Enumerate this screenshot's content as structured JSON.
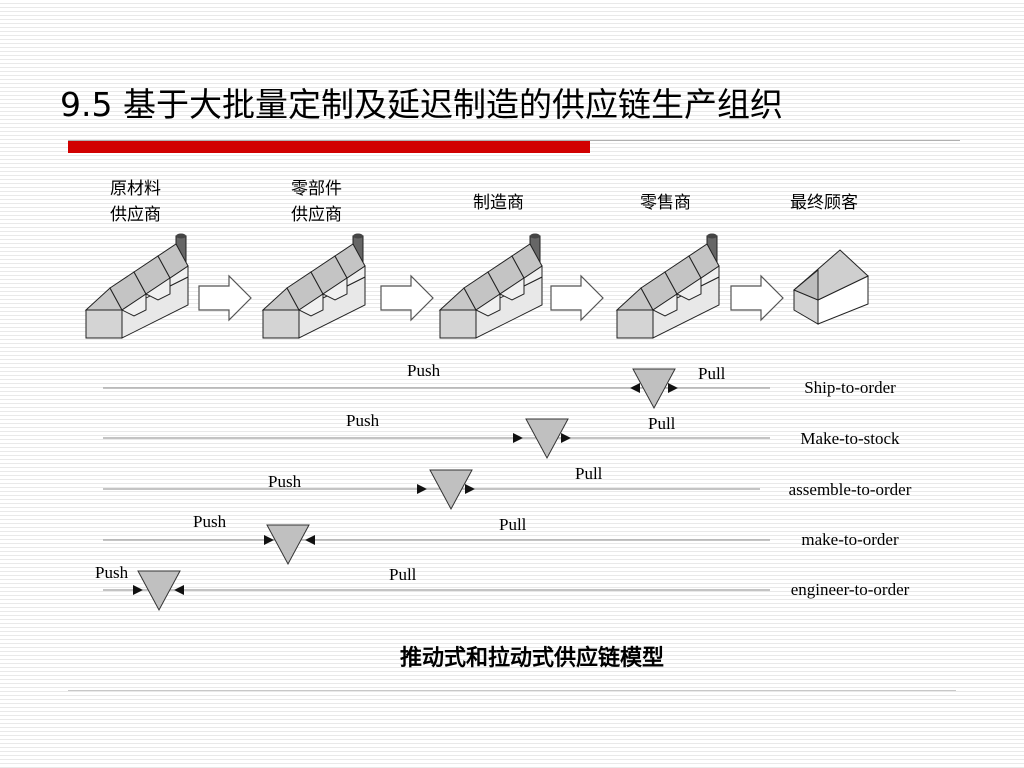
{
  "slide": {
    "title": "9.5  基于大批量定制及延迟制造的供应链生产组织",
    "caption": "推动式和拉动式供应链模型"
  },
  "stages": [
    {
      "label_lines": [
        "原材料",
        "供应商"
      ],
      "icon": "factory-icon"
    },
    {
      "label_lines": [
        "零部件",
        "供应商"
      ],
      "icon": "factory-icon"
    },
    {
      "label_lines": [
        "制造商"
      ],
      "icon": "factory-icon"
    },
    {
      "label_lines": [
        "零售商"
      ],
      "icon": "factory-icon"
    },
    {
      "label_lines": [
        "最终顾客"
      ],
      "icon": "house-icon"
    }
  ],
  "strategies": [
    {
      "name": "Ship-to-order",
      "push_label": "Push",
      "pull_label": "Pull"
    },
    {
      "name": "Make-to-stock",
      "push_label": "Push",
      "pull_label": "Pull"
    },
    {
      "name": "assemble-to-order",
      "push_label": "Push",
      "pull_label": "Pull"
    },
    {
      "name": "make-to-order",
      "push_label": "Push",
      "pull_label": "Pull"
    },
    {
      "name": "engineer-to-order",
      "push_label": "Push",
      "pull_label": "Pull"
    }
  ],
  "colors": {
    "accent_red": "#d10000",
    "triangle_fill": "#c0c0c0",
    "factory_light": "#e8e8e8",
    "factory_dark": "#c8c8c8",
    "chimney": "#666666"
  }
}
